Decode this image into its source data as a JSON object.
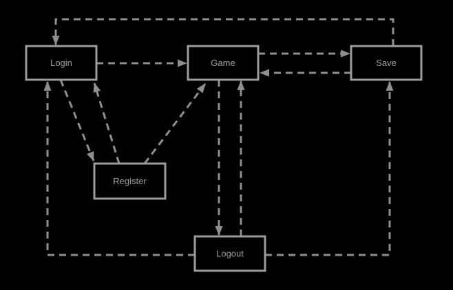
{
  "diagram": {
    "type": "state-diagram",
    "colors": {
      "background": "#000000",
      "node_fill": "#000000",
      "node_border": "#9d9d9d",
      "node_text": "#9e9e9e",
      "edge": "#8f8f8f"
    },
    "nodes": [
      {
        "id": "login",
        "label": "Login"
      },
      {
        "id": "game",
        "label": "Game"
      },
      {
        "id": "save",
        "label": "Save"
      },
      {
        "id": "register",
        "label": "Register"
      },
      {
        "id": "logout",
        "label": "Logout"
      }
    ],
    "edges": [
      {
        "from": "save",
        "to": "login",
        "route": "up-over-top-then-down"
      },
      {
        "from": "login",
        "to": "game",
        "route": "straight-right"
      },
      {
        "from": "game",
        "to": "save",
        "route": "straight-right"
      },
      {
        "from": "save",
        "to": "game",
        "route": "straight-left"
      },
      {
        "from": "login",
        "to": "register",
        "route": "diagonal-down-right"
      },
      {
        "from": "register",
        "to": "login",
        "route": "diagonal-up-left"
      },
      {
        "from": "register",
        "to": "game",
        "route": "diagonal-up-right"
      },
      {
        "from": "game",
        "to": "logout",
        "route": "straight-down"
      },
      {
        "from": "logout",
        "to": "game",
        "route": "straight-up"
      },
      {
        "from": "logout",
        "to": "login",
        "route": "left-along-bottom-then-up"
      },
      {
        "from": "logout",
        "to": "save",
        "route": "right-along-bottom-then-up"
      }
    ],
    "arrow_style": "dashed-with-solid-triangle-head"
  }
}
